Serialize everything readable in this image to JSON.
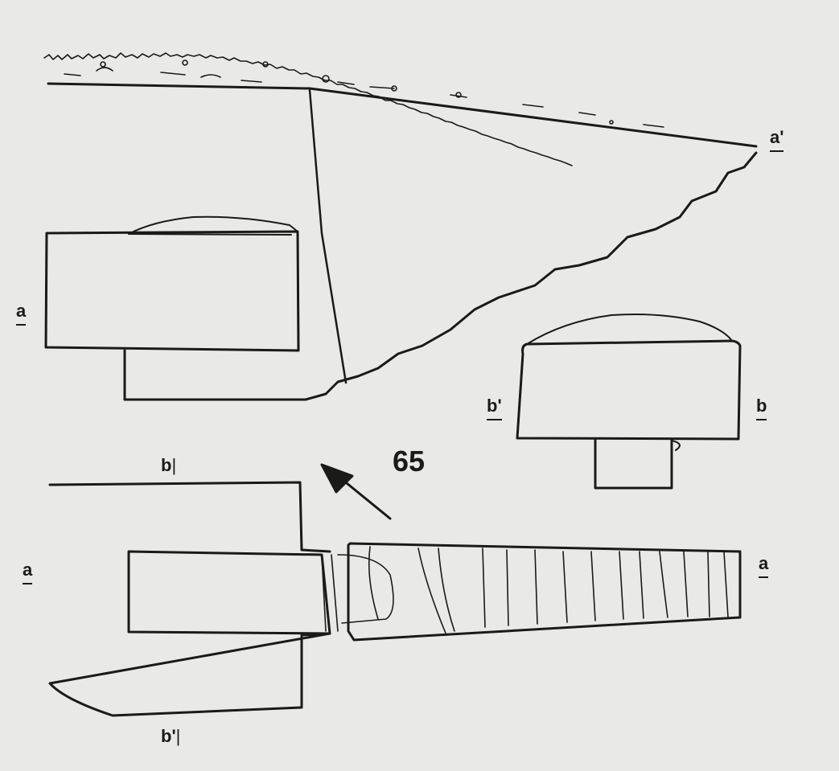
{
  "figure_number": "65",
  "labels": {
    "section_a_prime_top": "a'",
    "section_a_left": "a",
    "section_b_prime": "b'",
    "section_b": "b",
    "plan_b_top": "b",
    "plan_b_prime_bottom": "b'",
    "plan_a_left": "a",
    "plan_a_right": "a"
  },
  "north_arrow_icon": "north-arrow-icon"
}
